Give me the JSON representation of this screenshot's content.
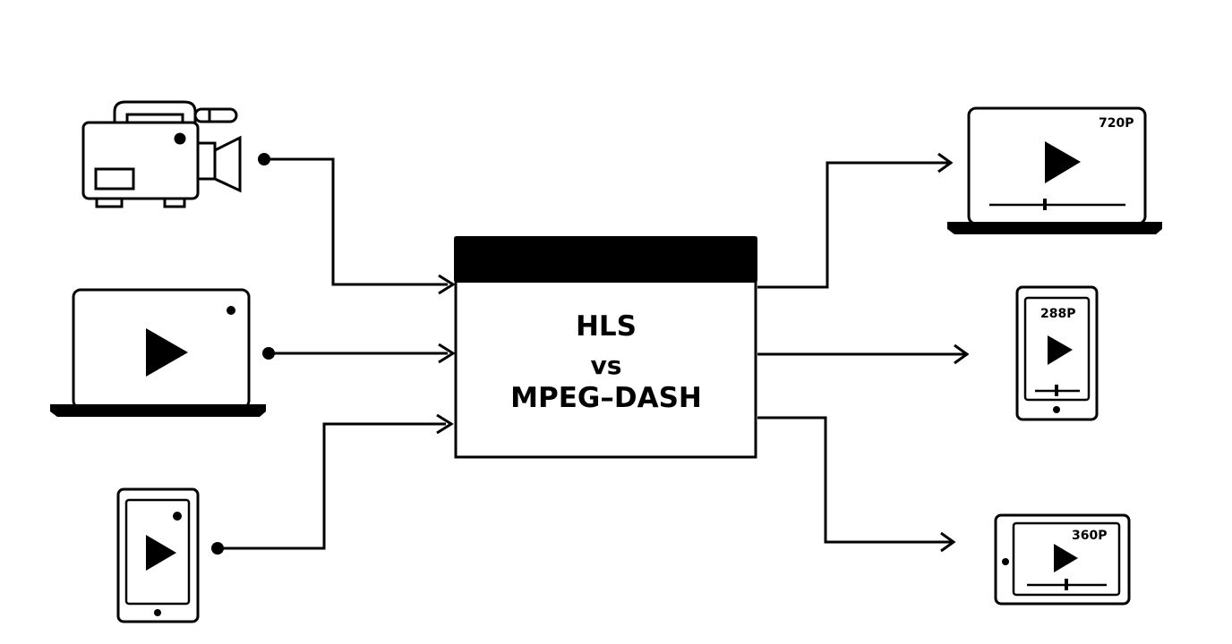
{
  "center_box": {
    "line1": "HLS",
    "line2": "vs",
    "line3": "MPEG–DASH"
  },
  "outputs": {
    "laptop_resolution": "720P",
    "phone_resolution": "288P",
    "tablet_resolution": "360P"
  },
  "colors": {
    "stroke": "#000000",
    "background": "#ffffff"
  }
}
